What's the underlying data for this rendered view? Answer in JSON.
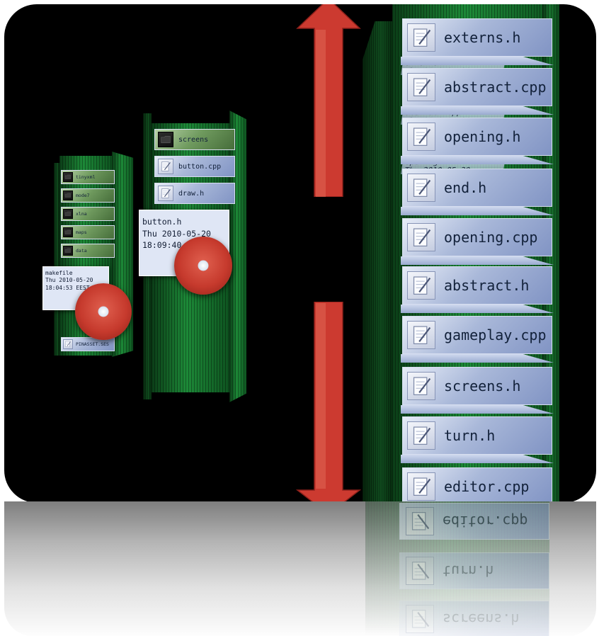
{
  "colors": {
    "background": "#000000",
    "shelf_green": "#1d8a38",
    "card_blue": "#a9b8d9",
    "arrow_red": "#cc3a30",
    "disc_red": "#c63a2d"
  },
  "small_shelf": {
    "items": [
      {
        "label": "tinyxml",
        "kind": "folder"
      },
      {
        "label": "mode7",
        "kind": "folder"
      },
      {
        "label": "xlna",
        "kind": "folder"
      },
      {
        "label": "maps",
        "kind": "folder"
      },
      {
        "label": "data",
        "kind": "folder"
      },
      {
        "label": "makefile",
        "kind": "file"
      },
      {
        "label": "PINASSET.SES",
        "kind": "file"
      }
    ],
    "tooltip": {
      "name": "makefile",
      "date": "Thu 2010-05-20",
      "time": "18:04:53 EEST"
    }
  },
  "mid_shelf": {
    "items": [
      {
        "label": "screens",
        "kind": "folder"
      },
      {
        "label": "button.cpp",
        "kind": "file"
      },
      {
        "label": "draw.h",
        "kind": "file"
      }
    ],
    "tooltip": {
      "name": "button.h",
      "date": "Thu 2010-05-20",
      "time": "18:09:40 EEST"
    }
  },
  "big_shelf": {
    "items": [
      {
        "label": "externs.h",
        "kind": "file",
        "icon": "document-icon"
      },
      {
        "label": "abstract.cpp",
        "kind": "file",
        "icon": "document-icon"
      },
      {
        "label": "opening.h",
        "kind": "file",
        "icon": "document-icon"
      },
      {
        "label": "end.h",
        "kind": "file",
        "icon": "document-icon"
      },
      {
        "label": "opening.cpp",
        "kind": "file",
        "icon": "document-icon"
      },
      {
        "label": "abstract.h",
        "kind": "file",
        "icon": "document-icon"
      },
      {
        "label": "gameplay.cpp",
        "kind": "file",
        "icon": "document-icon"
      },
      {
        "label": "screens.h",
        "kind": "file",
        "icon": "document-icon"
      },
      {
        "label": "turn.h",
        "kind": "file",
        "icon": "document-icon"
      },
      {
        "label": "editor.cpp",
        "kind": "file",
        "icon": "document-icon"
      }
    ],
    "undercards": [
      {
        "name": "externs.h",
        "date": "Thu 2010-05-20"
      },
      {
        "name": "abstract.cpp",
        "date": "Thu 2010-05-20"
      },
      {
        "name": "opening.h",
        "date": "Thu 2010-05-20"
      }
    ]
  },
  "reflection": {
    "items": [
      "editor.cpp",
      "turn.h",
      "screens.h"
    ]
  },
  "controls": {
    "scroll_up_icon": "arrow-up-icon",
    "scroll_down_icon": "arrow-down-icon",
    "grab_icon": "disc-icon"
  }
}
